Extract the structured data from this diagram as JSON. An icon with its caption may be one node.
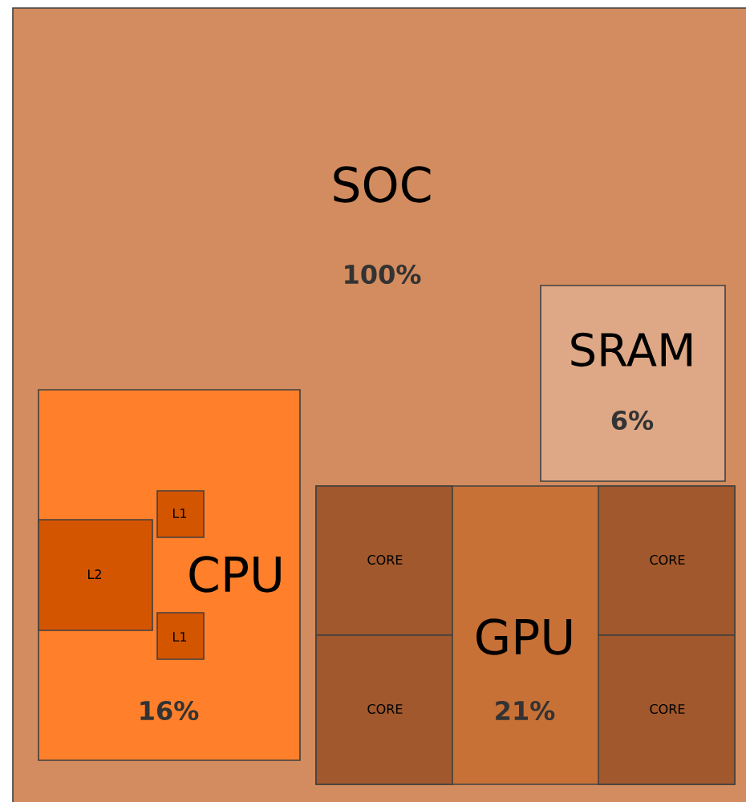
{
  "diagram": {
    "nodes": [
      {
        "text": [
          "SOC",
          "100%"
        ]
      },
      {
        "text": [
          "SRAM",
          "6%"
        ],
        "in": 0
      },
      {
        "text": [
          "CPU",
          "16%"
        ],
        "in": 0
      },
      {
        "text": [
          "L2"
        ],
        "in": 2
      },
      {
        "text": [
          "L1"
        ],
        "in": 2
      },
      {
        "text": [
          "L1"
        ],
        "in": 2
      },
      {
        "text": [
          "GPU",
          "21%"
        ],
        "in": 0
      },
      {
        "text": [
          "CORE"
        ],
        "in": 6
      },
      {
        "text": [
          "CORE"
        ],
        "in": 6
      },
      {
        "text": [
          "CORE"
        ],
        "in": 6
      },
      {
        "text": [
          "CORE"
        ],
        "in": 6
      }
    ]
  }
}
